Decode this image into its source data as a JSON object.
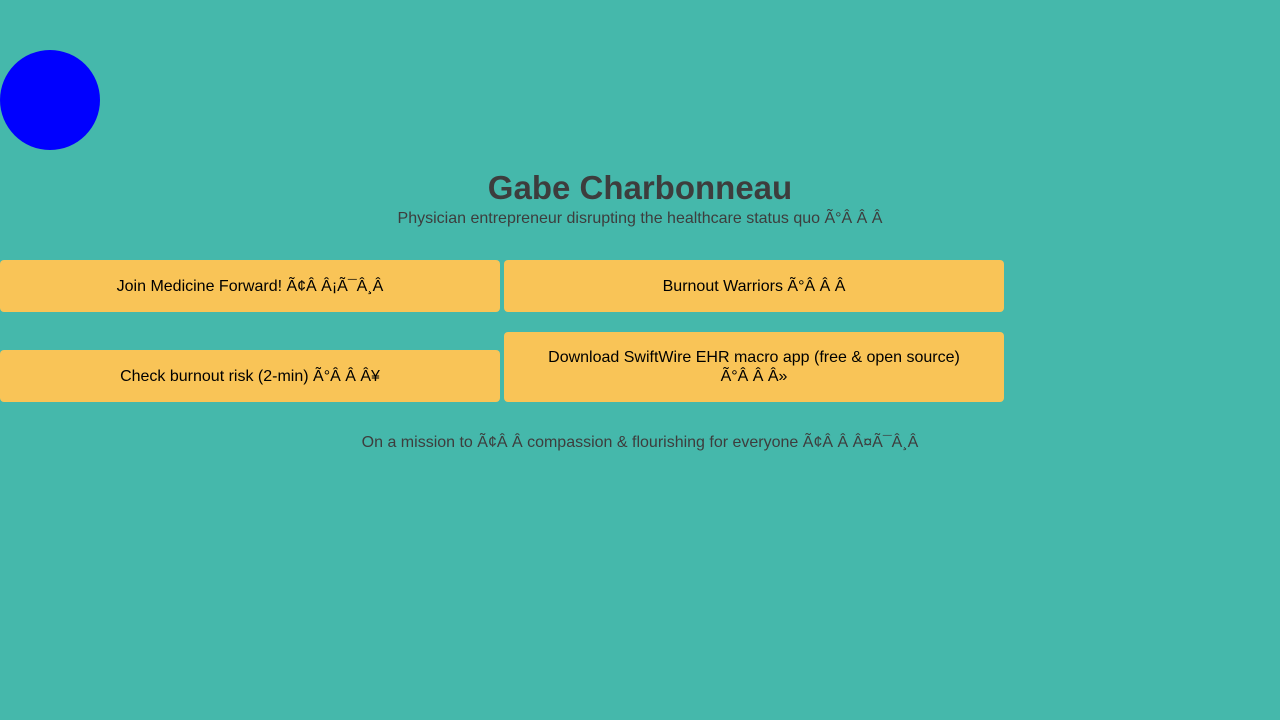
{
  "profile": {
    "name": "Gabe Charbonneau",
    "tagline": "Physician entrepreneur disrupting the healthcare status quo Ã°Â Â Â",
    "avatar_color": "#0000ff"
  },
  "links": [
    {
      "label": "Join Medicine Forward! Ã¢Â Â¡Ã¯Â¸Â"
    },
    {
      "label": "Burnout Warriors Ã°Â Â Â"
    },
    {
      "label": "Check burnout risk (2-min) Ã°Â Â Â¥"
    },
    {
      "label": "Download SwiftWire EHR macro app (free & open source) Ã°Â Â Â»"
    }
  ],
  "footer": {
    "text": "On a mission to Ã¢Â Â  compassion & flourishing for everyone Ã¢Â Â Â¤Ã¯Â¸Â"
  },
  "colors": {
    "background": "#45b8ab",
    "button": "#f9c457",
    "text": "#3d3d3d"
  }
}
